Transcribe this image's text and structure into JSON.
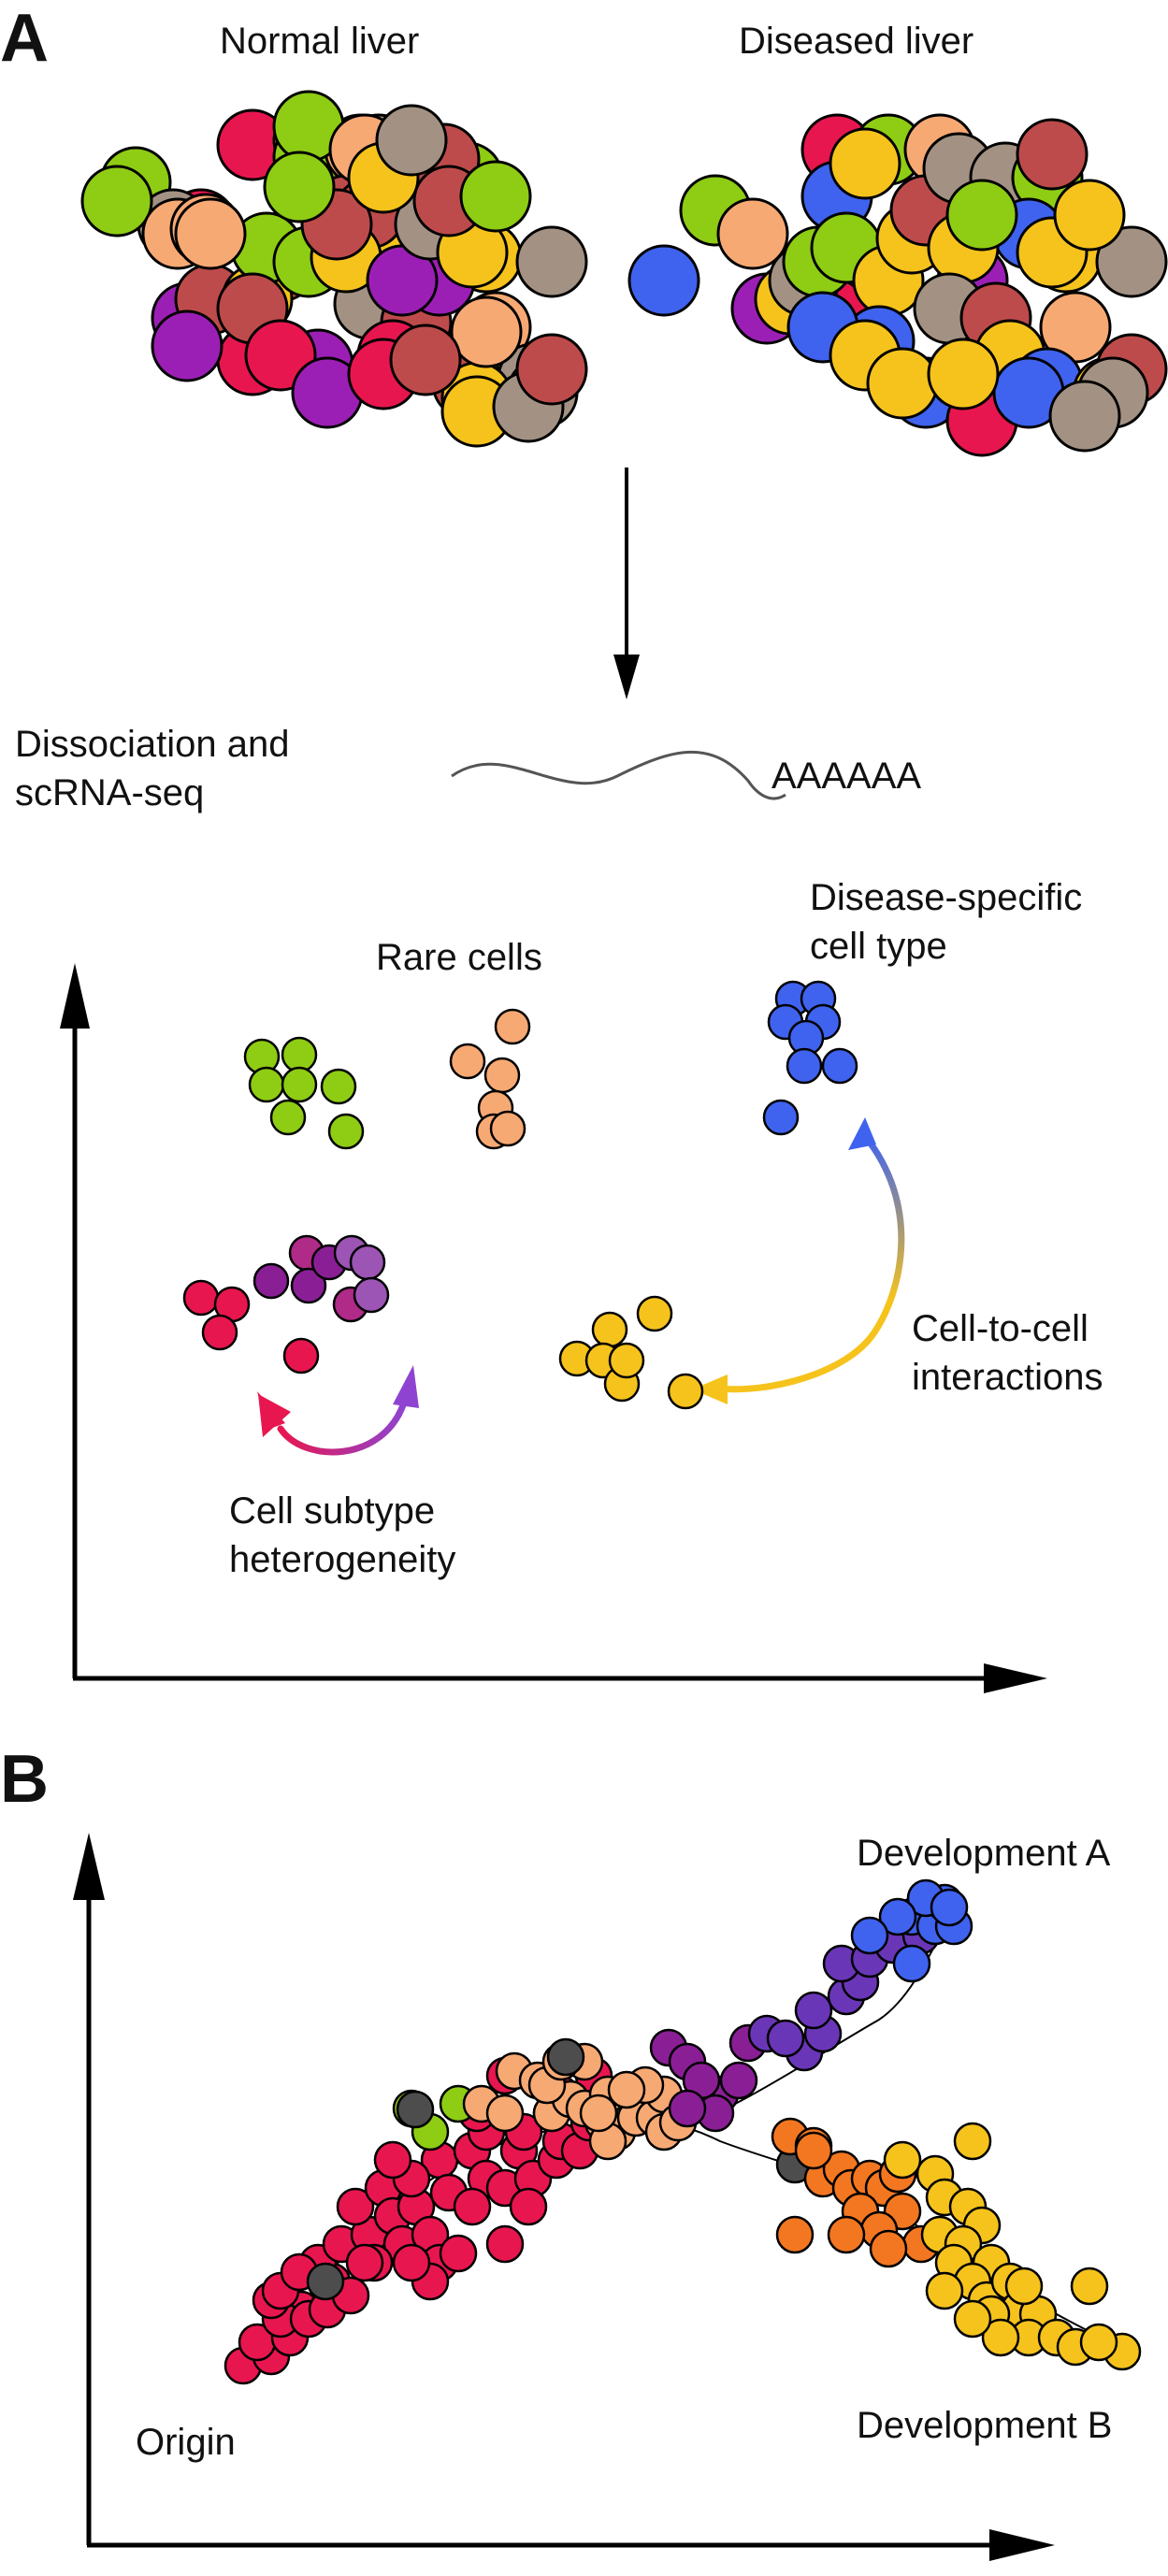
{
  "panel_a": {
    "label": "A",
    "normal_title": "Normal liver",
    "diseased_title": "Diseased liver",
    "dissociation": "Dissociation and scRNA-seq",
    "polya": "AAAAAA",
    "rare_cells": "Rare cells",
    "disease_specific": "Disease-specific cell type",
    "cell_to_cell": "Cell-to-cell interactions",
    "subtype": "Cell subtype heterogeneity"
  },
  "panel_b": {
    "label": "B",
    "development_a": "Development A",
    "development_b": "Development B",
    "origin": "Origin"
  },
  "colors": {
    "green": "#8fcc14",
    "peach": "#f7a974",
    "brick": "#be4b4b",
    "yellow": "#f6c31c",
    "taupe": "#a39283",
    "purple": "#9c1fb5",
    "pink": "#e8164f",
    "blue": "#3f63ee",
    "orange": "#f37721",
    "dark_gray": "#4d4d4d",
    "violet": "#6a36b8",
    "deep_purple": "#8a1f95",
    "magenta_purple": "#b02a88",
    "mauve": "#9d55b5"
  }
}
